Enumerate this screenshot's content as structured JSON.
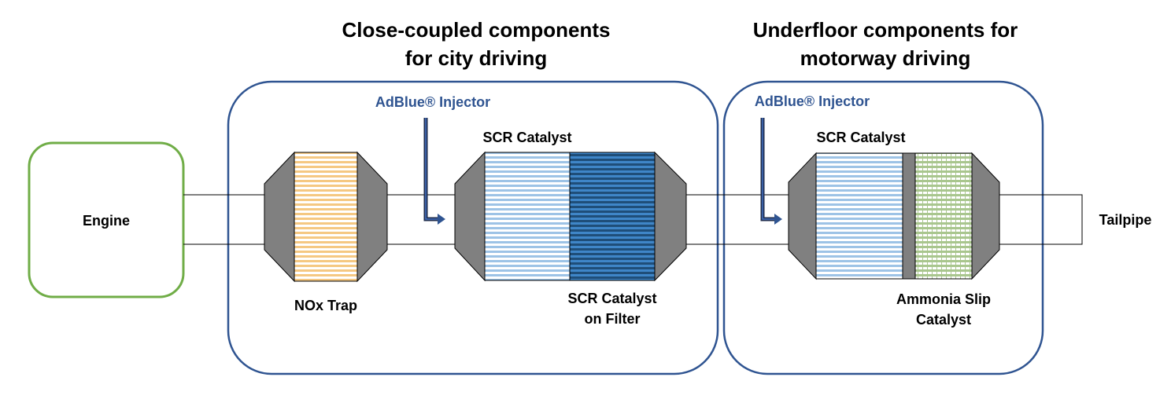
{
  "titles": {
    "close_coupled": {
      "line1": "Close-coupled components",
      "line2": "for city driving"
    },
    "underfloor": {
      "line1": "Underfloor components for",
      "line2": "motorway driving"
    }
  },
  "labels": {
    "engine": "Engine",
    "tailpipe": "Tailpipe",
    "nox_trap": "NOx Trap",
    "adblue_1": "AdBlue® Injector",
    "adblue_2": "AdBlue® Injector",
    "scr_catalyst_1": "SCR Catalyst",
    "scr_on_filter": {
      "line1": "SCR Catalyst",
      "line2": "on Filter"
    },
    "scr_catalyst_2": "SCR Catalyst",
    "ammonia_slip": {
      "line1": "Ammonia Slip",
      "line2": "Catalyst"
    }
  },
  "colors": {
    "engine_border": "#70ad47",
    "group_border": "#2f5491",
    "injector_text": "#2f5491",
    "cone_gray": "#808080",
    "nox_trap_stripe": "#f5c882",
    "scr_light_stripe": "#9dc3e6",
    "scr_filter_stripe": "#2e75b6",
    "ammonia_slip_stripe": "#a9c68e",
    "arrow_dark": "#1f2d4d",
    "arrow_blue": "#4472c4"
  }
}
